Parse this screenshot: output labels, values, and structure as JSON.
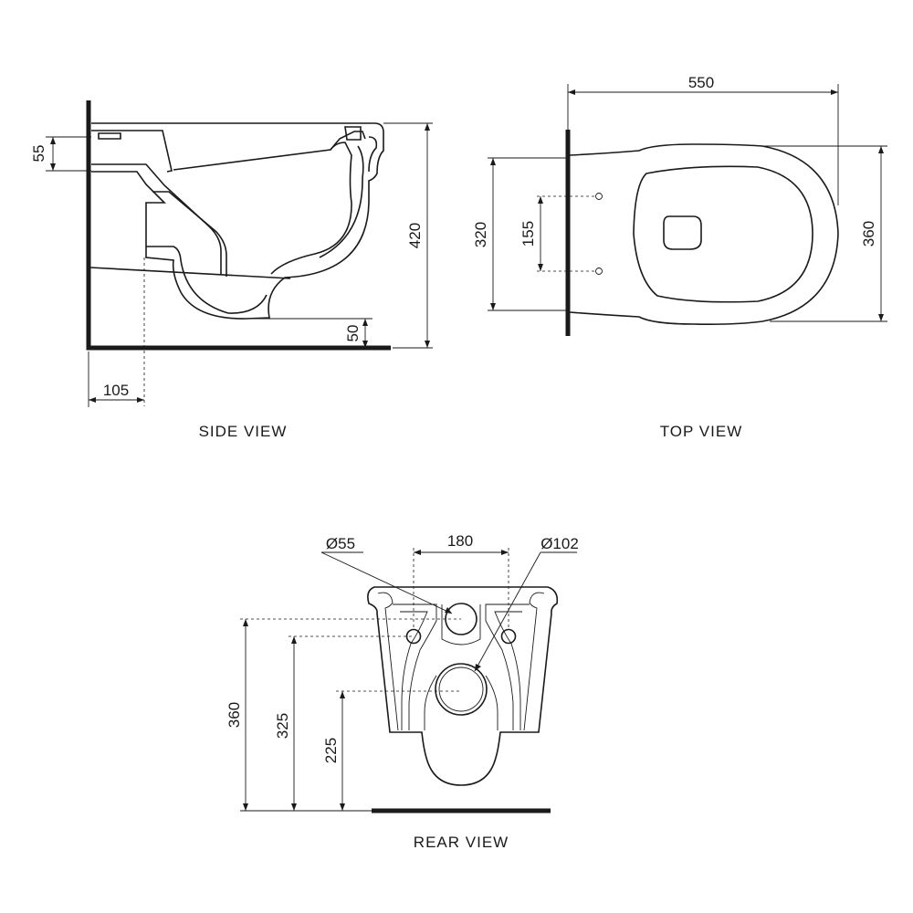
{
  "views": {
    "side": {
      "title": "SIDE VIEW",
      "dimensions": {
        "rim_depth": "55",
        "total_height": "420",
        "floor_clearance": "50",
        "wall_offset": "105"
      }
    },
    "top": {
      "title": "TOP VIEW",
      "dimensions": {
        "length": "550",
        "fixing_height": "320",
        "fixing_spacing": "155",
        "width": "360"
      }
    },
    "rear": {
      "title": "REAR VIEW",
      "dimensions": {
        "inlet_diameter": "Ø55",
        "bolt_spacing": "180",
        "outlet_diameter": "Ø102",
        "inlet_height": "360",
        "bolt_height": "325",
        "outlet_height": "225"
      }
    }
  }
}
